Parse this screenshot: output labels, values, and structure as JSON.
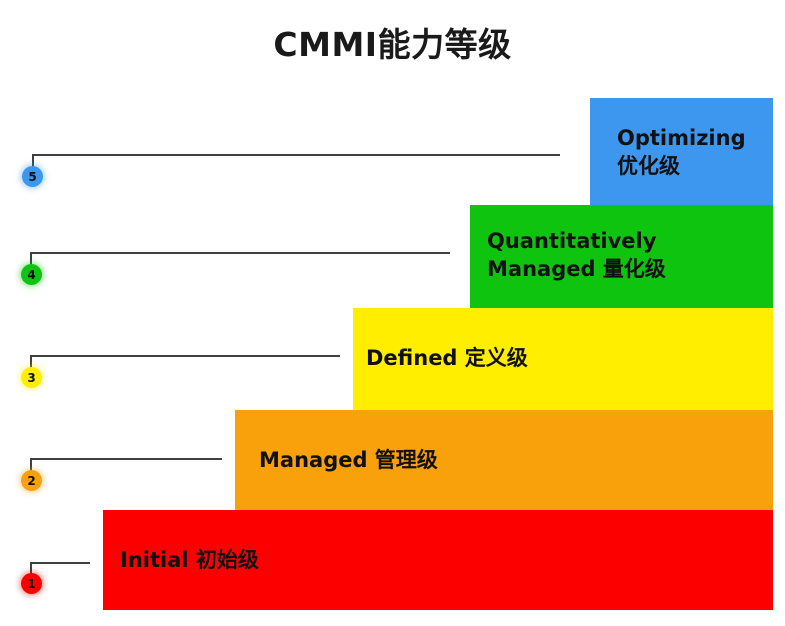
{
  "title": "CMMI能力等级",
  "colors": {
    "level5": "#3d97ee",
    "level4": "#0ec40e",
    "level3": "#ffee00",
    "level2": "#f9a10a",
    "level1": "#fc0000",
    "leader_line": "#3f3f3f",
    "text": "#111111",
    "background": "#ffffff"
  },
  "chart_data": {
    "type": "bar",
    "title": "CMMI能力等级",
    "xlabel": "",
    "ylabel": "",
    "categories": [
      "1",
      "2",
      "3",
      "4",
      "5"
    ],
    "values": [
      1,
      2,
      3,
      4,
      5
    ],
    "grid": false,
    "legend": "none"
  },
  "levels": [
    {
      "number": "5",
      "label": "Optimizing\n优化级",
      "name_en": "Optimizing",
      "name_zh": "优化级",
      "color": "#3d97ee"
    },
    {
      "number": "4",
      "label": "Quantitatively\nManaged 量化级",
      "name_en": "Quantitatively Managed",
      "name_zh": "量化级",
      "color": "#0ec40e"
    },
    {
      "number": "3",
      "label": "Defined  定义级",
      "name_en": "Defined",
      "name_zh": "定义级",
      "color": "#ffee00"
    },
    {
      "number": "2",
      "label": "Managed 管理级",
      "name_en": "Managed",
      "name_zh": "管理级",
      "color": "#f9a10a"
    },
    {
      "number": "1",
      "label": "Initial  初始级",
      "name_en": "Initial",
      "name_zh": "初始级",
      "color": "#fc0000"
    }
  ]
}
